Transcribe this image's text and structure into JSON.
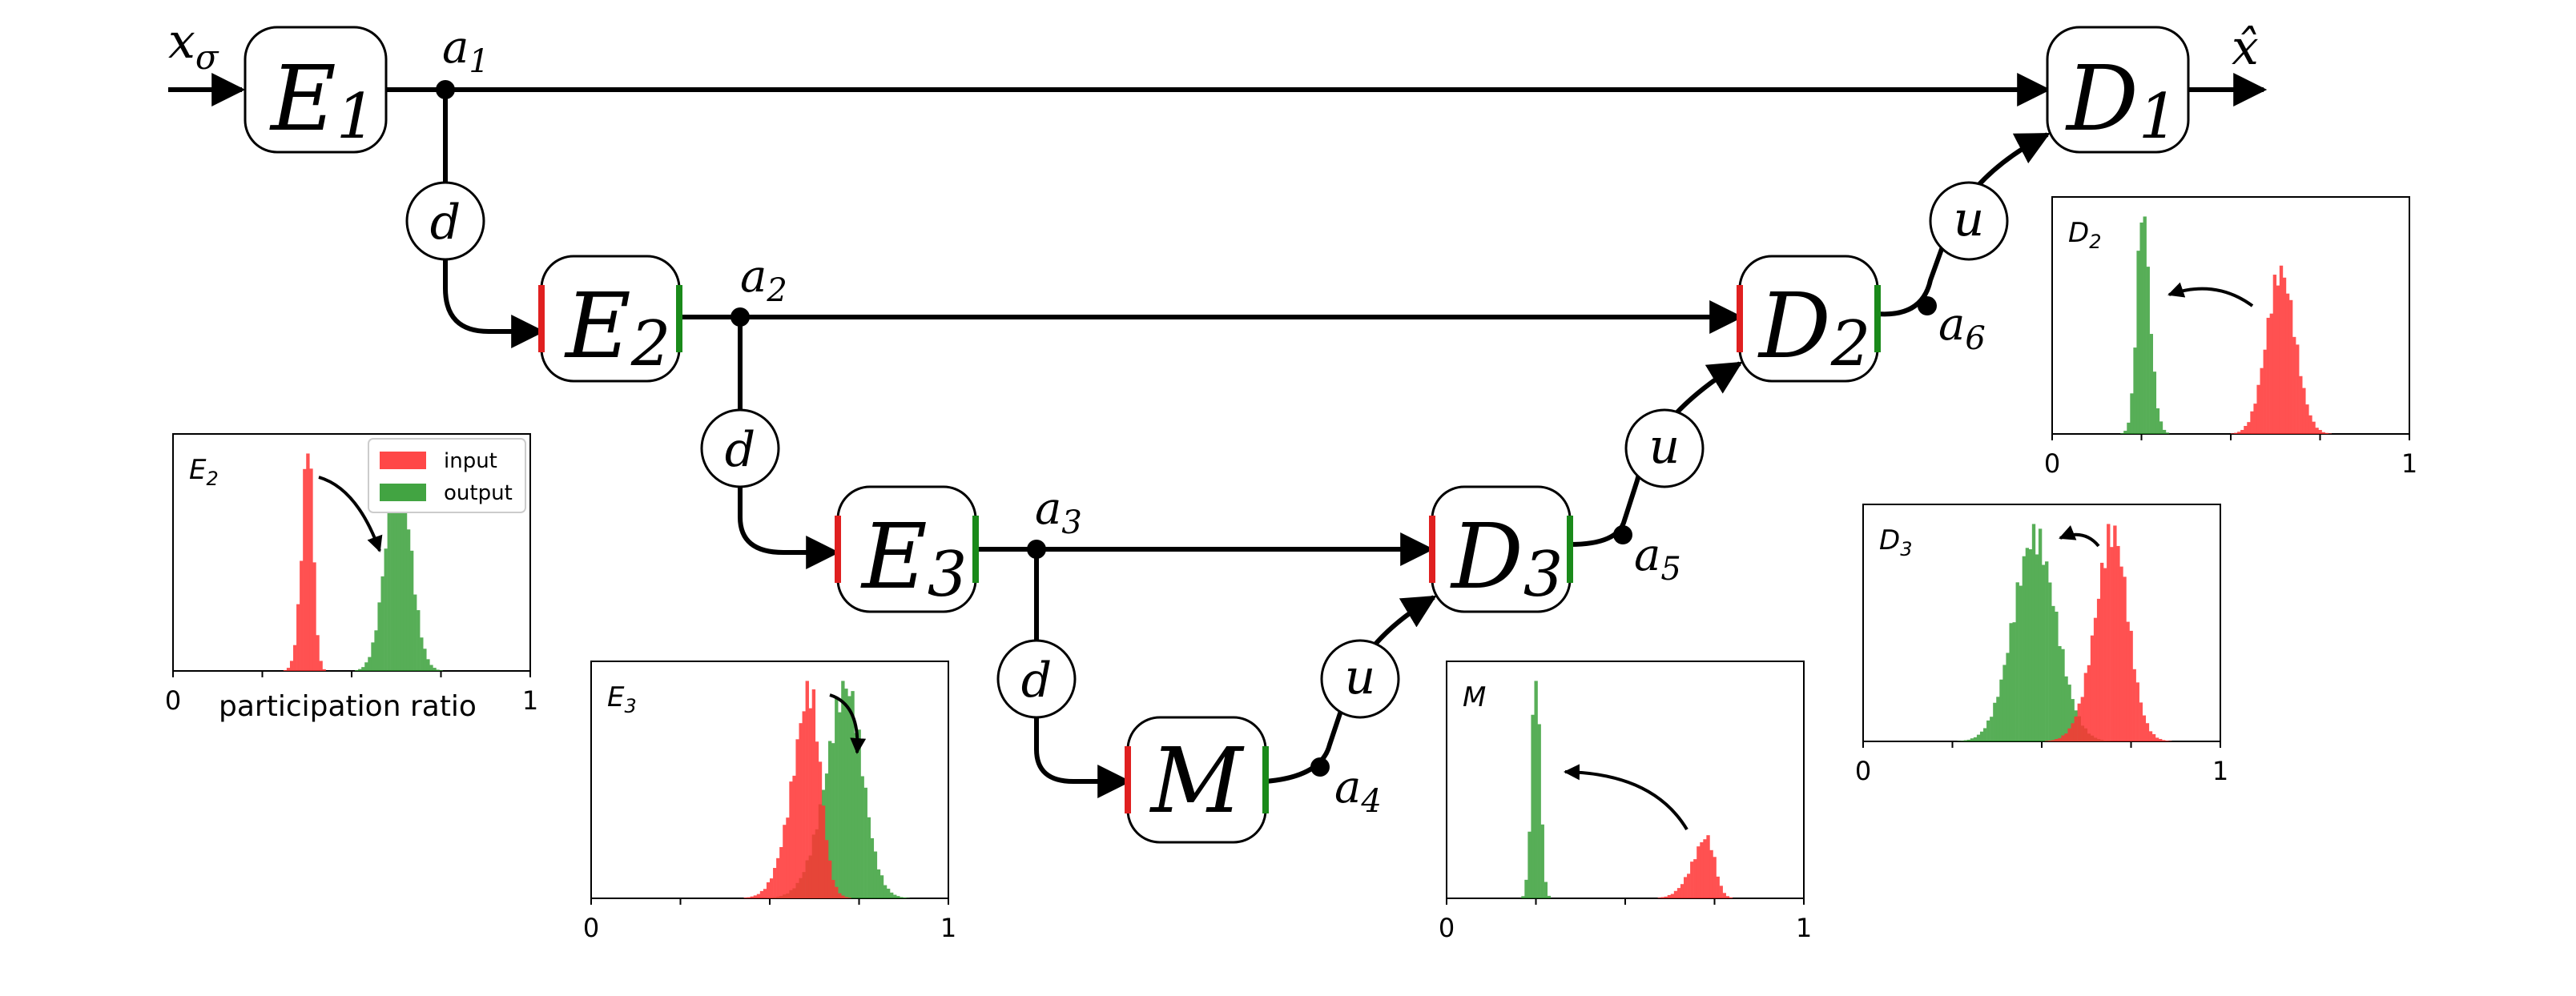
{
  "colors": {
    "input": "#ff3333",
    "output": "#2e9a2e",
    "line": "#000000",
    "red_bar": "#e02020",
    "green_bar": "#1a8a1a"
  },
  "labels": {
    "x_sigma": "x",
    "x_sigma_sub": "σ",
    "x_hat": "x̂",
    "d": "d",
    "u": "u"
  },
  "blocks": {
    "E1": {
      "letter": "E",
      "sub": "1"
    },
    "E2": {
      "letter": "E",
      "sub": "2"
    },
    "E3": {
      "letter": "E",
      "sub": "3"
    },
    "M": {
      "letter": "M",
      "sub": ""
    },
    "D1": {
      "letter": "D",
      "sub": "1"
    },
    "D2": {
      "letter": "D",
      "sub": "2"
    },
    "D3": {
      "letter": "D",
      "sub": "3"
    }
  },
  "nodes": {
    "a1": {
      "letter": "a",
      "sub": "1"
    },
    "a2": {
      "letter": "a",
      "sub": "2"
    },
    "a3": {
      "letter": "a",
      "sub": "3"
    },
    "a4": {
      "letter": "a",
      "sub": "4"
    },
    "a5": {
      "letter": "a",
      "sub": "5"
    },
    "a6": {
      "letter": "a",
      "sub": "6"
    }
  },
  "hist_panels": {
    "E2": {
      "title": "E",
      "title_sub": "2",
      "x0": "0",
      "x1": "1",
      "xlabel": "participation ratio",
      "legend_input": "input",
      "legend_output": "output",
      "input": {
        "mean": 0.39,
        "sd": 0.022,
        "skew": -1.6
      },
      "output": {
        "mean": 0.63,
        "sd": 0.035,
        "skew": 0
      }
    },
    "E3": {
      "title": "E",
      "title_sub": "3",
      "x0": "0",
      "x1": "1",
      "input": {
        "mean": 0.64,
        "sd": 0.06,
        "skew": -2.2
      },
      "output": {
        "mean": 0.75,
        "sd": 0.07,
        "skew": -1.4
      }
    },
    "M": {
      "title": "M",
      "title_sub": "",
      "x0": "0",
      "x1": "1",
      "input": {
        "mean": 0.75,
        "sd": 0.05,
        "skew": -2.6,
        "height": 0.27
      },
      "output": {
        "mean": 0.25,
        "sd": 0.012,
        "skew": 0
      }
    },
    "D3": {
      "title": "D",
      "title_sub": "3",
      "x0": "0",
      "x1": "1",
      "input": {
        "mean": 0.73,
        "sd": 0.06,
        "skew": -1.2
      },
      "output": {
        "mean": 0.48,
        "sd": 0.06,
        "skew": 0
      }
    },
    "D2": {
      "title": "D",
      "title_sub": "2",
      "x0": "0",
      "x1": "1",
      "input": {
        "mean": 0.64,
        "sd": 0.04,
        "skew": 0,
        "height": 0.72
      },
      "output": {
        "mean": 0.24,
        "sd": 0.025,
        "skew": 1.5
      }
    }
  }
}
